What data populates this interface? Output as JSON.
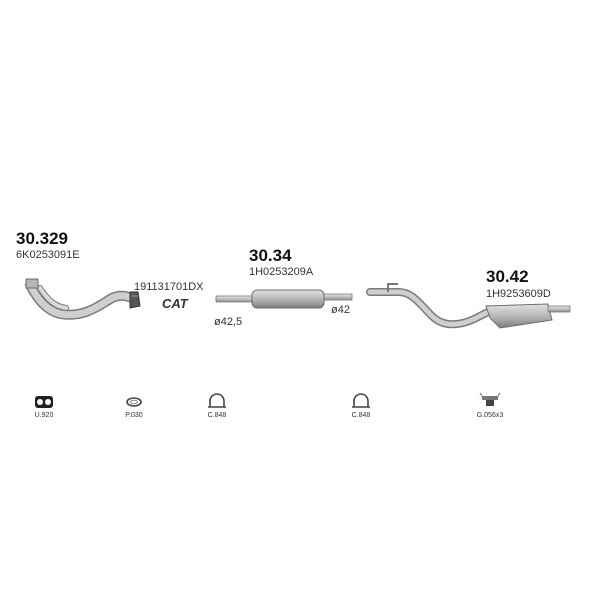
{
  "parts": [
    {
      "number": "30.329",
      "oem": "6K0253091E"
    },
    {
      "number": "30.34",
      "oem": "1H0253209A",
      "diameter_left": "ø42,5",
      "diameter_right": "ø42"
    },
    {
      "number": "30.42",
      "oem": "1H9253609D"
    }
  ],
  "catalyst": {
    "oem": "191131701DX",
    "label": "CAT"
  },
  "accessories": [
    {
      "code": "U.920",
      "icon": "gasket-icon"
    },
    {
      "code": "P.030",
      "icon": "ring-icon"
    },
    {
      "code": "C.848",
      "icon": "clamp-icon"
    },
    {
      "code": "C.848",
      "icon": "clamp-icon"
    },
    {
      "code": "G.056x3",
      "icon": "rubber-hanger-icon"
    }
  ],
  "colors": {
    "metal_light": "#d4d4d4",
    "metal_mid": "#b8b8b8",
    "metal_dark": "#8a8a8a",
    "outline": "#6d6d6d"
  }
}
